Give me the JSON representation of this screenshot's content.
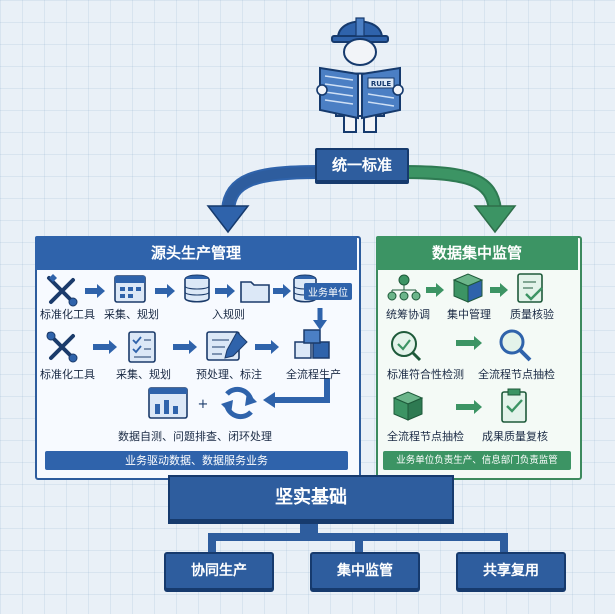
{
  "top": {
    "title": "统一标准",
    "book_label": "RULE"
  },
  "left_panel": {
    "title": "源头生产管理",
    "row1": [
      "标准化工具",
      "采集、规划",
      "入规则"
    ],
    "chip": "业务单位",
    "row2": [
      "标准化工具",
      "采集、规划",
      "预处理、标注",
      "全流程生产"
    ],
    "row3_label": "数据自测、问题排查、闭环处理",
    "plus": "+",
    "footer": "业务驱动数据、数据服务业务"
  },
  "right_panel": {
    "title": "数据集中监管",
    "row1": [
      "统筹协调",
      "集中管理",
      "质量核验"
    ],
    "row2": [
      "标准符合性检测",
      "全流程节点抽检"
    ],
    "row3": [
      "全流程节点抽检",
      "成果质量复核"
    ],
    "footer": "业务单位负责生产、信息部门负责监管"
  },
  "foundation": {
    "title": "坚实基础"
  },
  "bottom": [
    "协同生产",
    "集中监管",
    "共享复用"
  ],
  "colors": {
    "primary": "#2f63ab",
    "green": "#3c9464",
    "dark": "#163a6d"
  }
}
